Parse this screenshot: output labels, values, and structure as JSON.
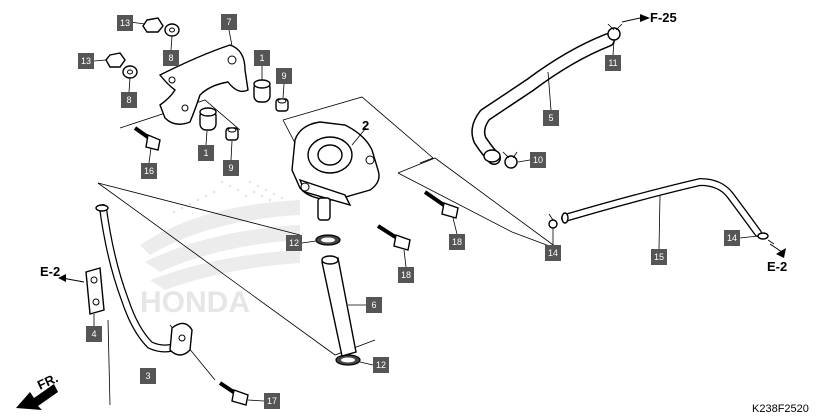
{
  "diagram_code": "K238F2520",
  "reference_labels": {
    "f25": "F-25",
    "e2_left": "E-2",
    "e2_right": "E-2",
    "front": "FR."
  },
  "brand_watermark": "HONDA",
  "callouts": {
    "p1a": "1",
    "p1b": "1",
    "p2": "2",
    "p3": "3",
    "p4": "4",
    "p5": "5",
    "p6": "6",
    "p7": "7",
    "p8a": "8",
    "p8b": "8",
    "p9a": "9",
    "p9b": "9",
    "p10": "10",
    "p11": "11",
    "p12a": "12",
    "p12b": "12",
    "p13a": "13",
    "p13b": "13",
    "p14a": "14",
    "p14b": "14",
    "p15": "15",
    "p16": "16",
    "p17": "17",
    "p18a": "18",
    "p18b": "18"
  },
  "colors": {
    "callout_fill": "#555555",
    "line": "#000000",
    "watermark": "#e6e6e6"
  }
}
